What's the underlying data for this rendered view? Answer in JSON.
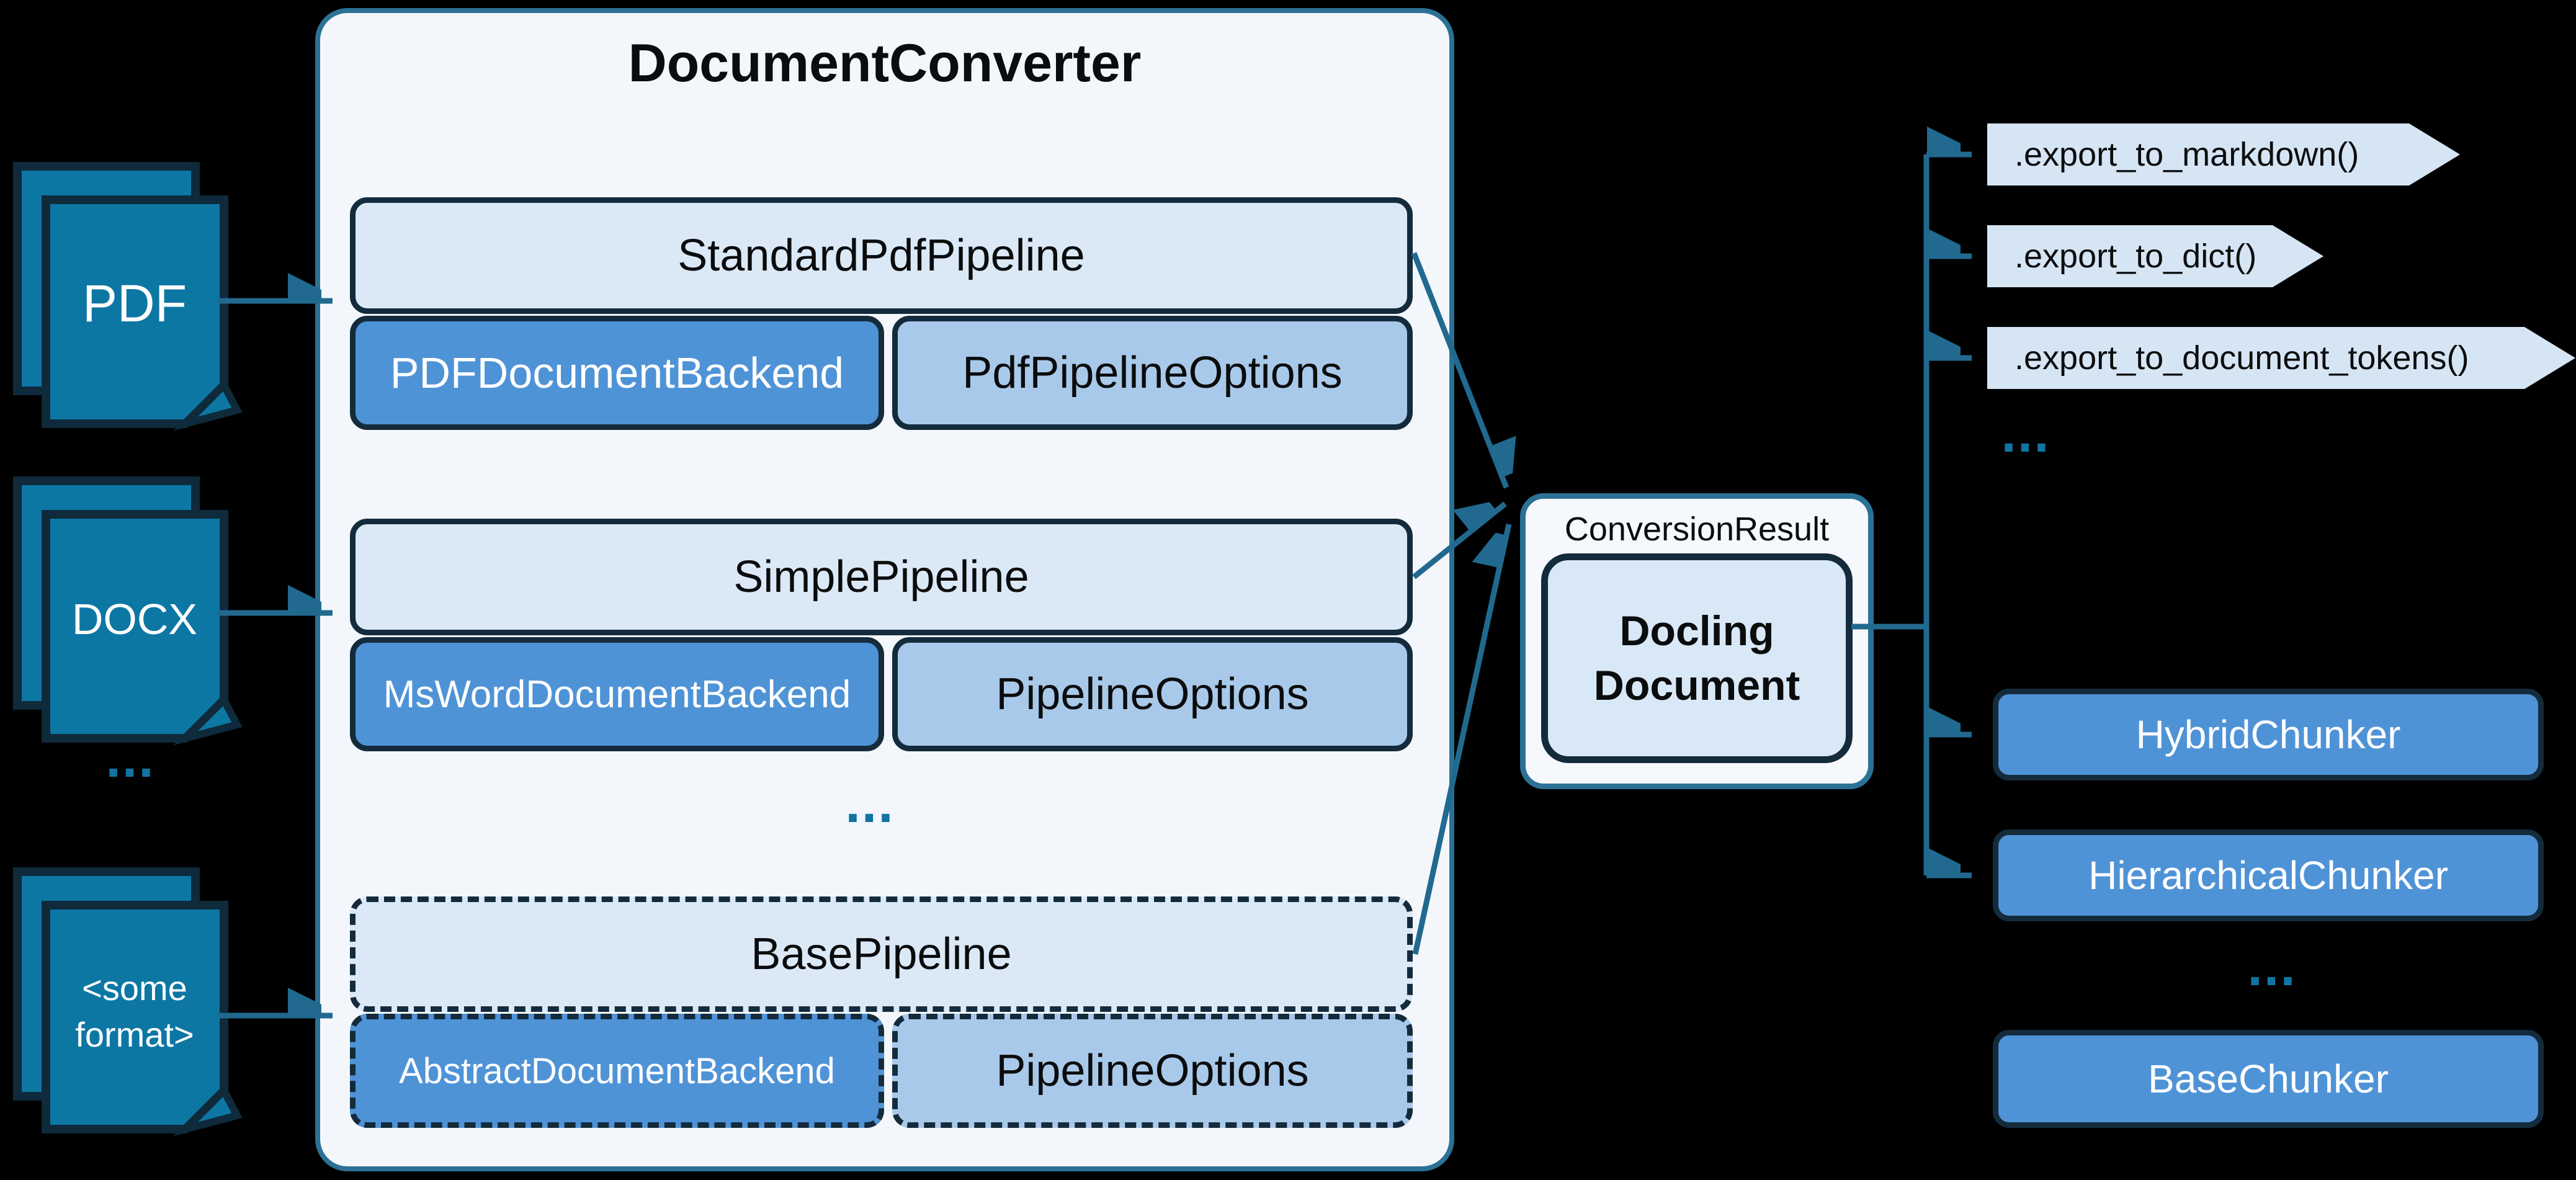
{
  "colors": {
    "background": "#000000",
    "arrow_teal": "#21698f",
    "doc_icon_fill": "#0d77a4",
    "dark_border": "#142b3c",
    "converter_border": "#2b7195",
    "panel_bg": "#f3f7fb",
    "pipeline_header_fill": "#dbe9f7",
    "backend_fill": "#4f93d7",
    "options_fill": "#a9c9ea",
    "chevron_fill": "#d6e5f4",
    "dots_color": "#1174a2"
  },
  "inputs": {
    "pdf": {
      "label": "PDF"
    },
    "docx": {
      "label": "DOCX"
    },
    "ellipsis": "...",
    "some_format": {
      "line1": "<some",
      "line2": "format>"
    }
  },
  "converter": {
    "title": "DocumentConverter",
    "pipelines": [
      {
        "name": "StandardPdfPipeline",
        "backend": "PDFDocumentBackend",
        "options": "PdfPipelineOptions"
      },
      {
        "name": "SimplePipeline",
        "backend": "MsWordDocumentBackend",
        "options": "PipelineOptions"
      },
      {
        "name": "BasePipeline",
        "backend": "AbstractDocumentBackend",
        "options": "PipelineOptions"
      }
    ],
    "ellipsis": "..."
  },
  "result": {
    "label": "ConversionResult",
    "document_line1": "Docling",
    "document_line2": "Document"
  },
  "exports": {
    "items": [
      ".export_to_markdown()",
      ".export_to_dict()",
      ".export_to_document_tokens()"
    ],
    "ellipsis": "..."
  },
  "chunkers": {
    "items": [
      "HybridChunker",
      "HierarchicalChunker"
    ],
    "ellipsis": "...",
    "base": "BaseChunker"
  }
}
